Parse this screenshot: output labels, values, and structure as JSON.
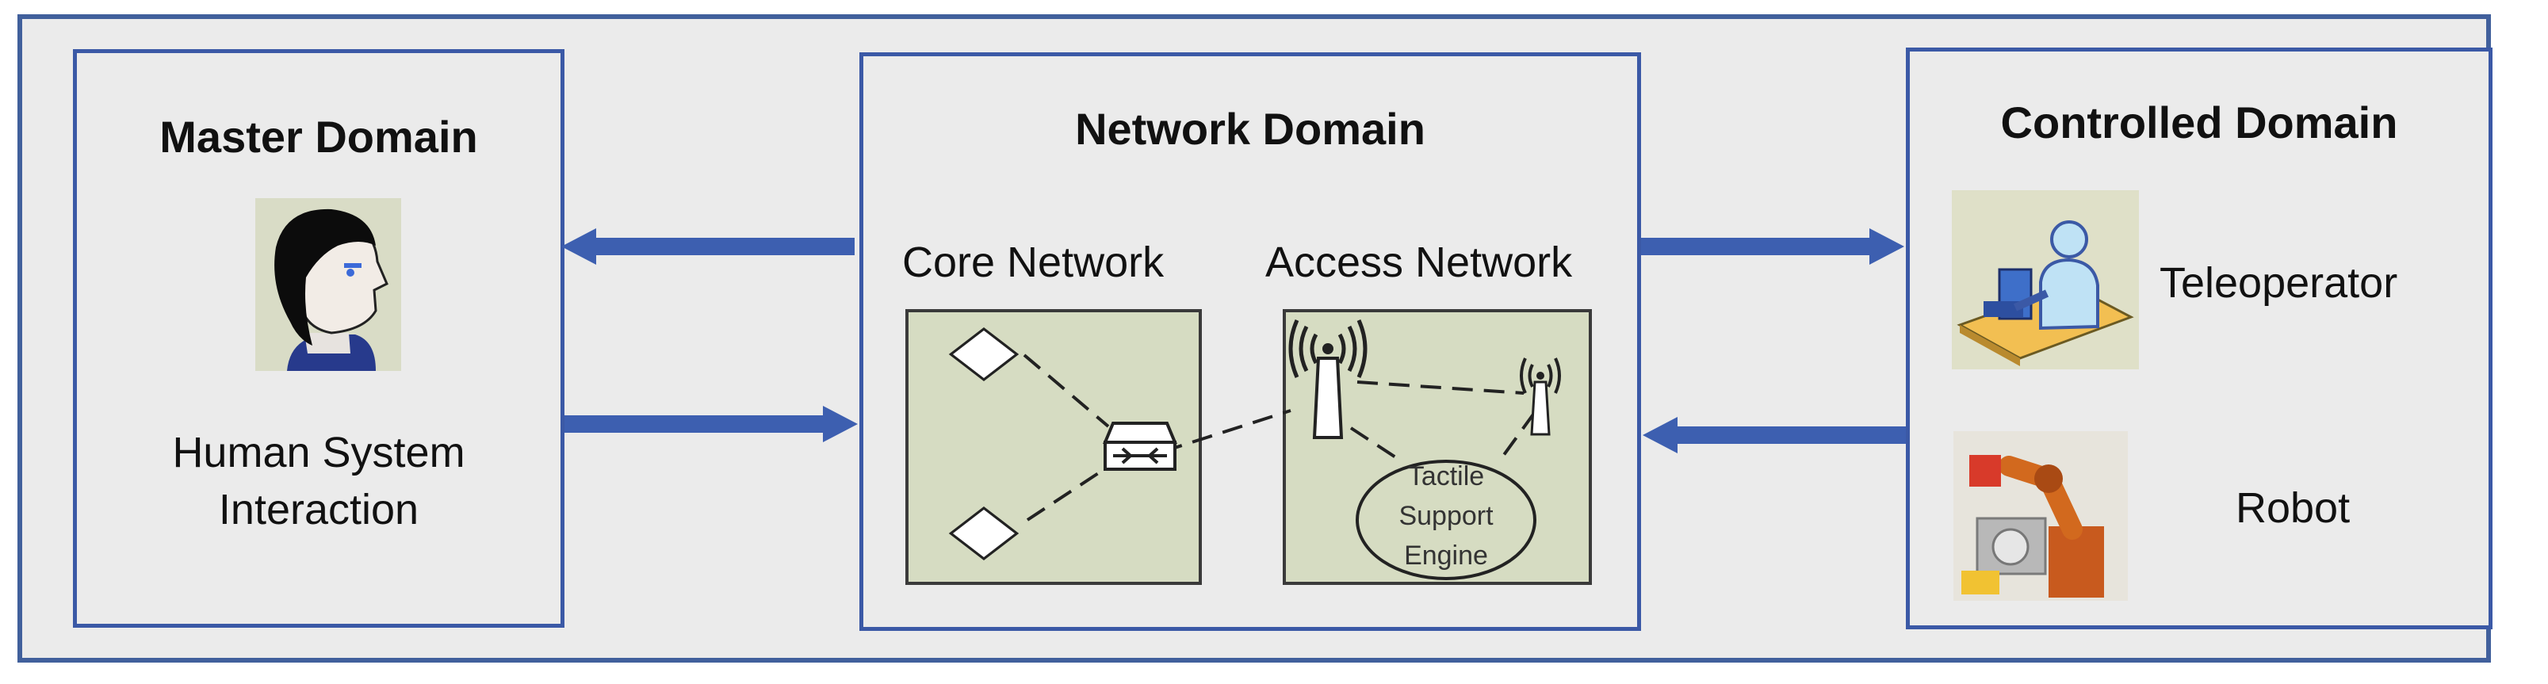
{
  "master": {
    "title": "Master Domain",
    "caption_line1": "Human System",
    "caption_line2": "Interaction"
  },
  "network": {
    "title": "Network Domain",
    "core_label": "Core Network",
    "access_label": "Access Network",
    "engine_line1": "Tactile",
    "engine_line2": "Support",
    "engine_line3": "Engine"
  },
  "controlled": {
    "title": "Controlled Domain",
    "teleoperator_label": "Teleoperator",
    "robot_label": "Robot"
  },
  "colors": {
    "border": "#3b59a6",
    "arrow": "#3d5fb0",
    "panel": "#d6dcc2"
  },
  "icons": [
    "person-head-icon",
    "teleoperator-desk-icon",
    "robot-arm-icon",
    "router-icon",
    "antenna-tower-icon"
  ]
}
